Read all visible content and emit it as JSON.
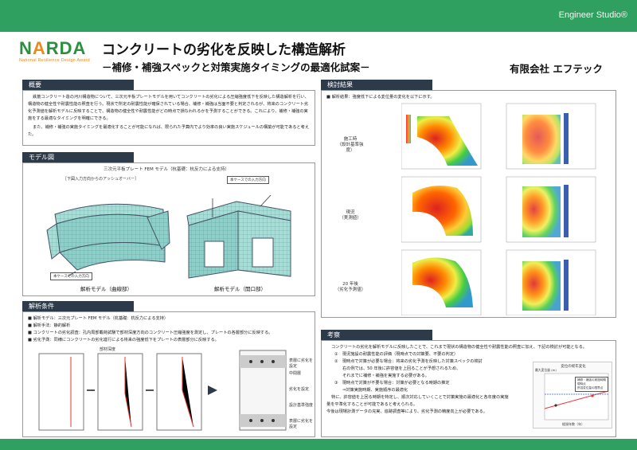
{
  "header": {
    "studio": "Engineer Studio®",
    "logo_word_a": "N",
    "logo_word_o": "A",
    "logo_word_b": "RDA",
    "logo_tagline": "National Resilience Design Award"
  },
  "title": "コンクリートの劣化を反映した構造解析",
  "subtitle": "－補修・補強スペックと対策実施タイミングの最適化試案－",
  "company": "有限会社 エフテック",
  "overview": {
    "heading": "概要",
    "p1": "鉄筋コンクリート造の河川構造物について、三次元平板プレートモデルを用いてコンクリートの劣化による圧縮強度低下を反映した構造解析を行い、構造物の健全性や耐震性能の照査を行う。現状で所定の耐震性能が確保されている場合、補修・補強は当面不要と判定されるが、将来のコンクリート劣化予測値を解析モデルに反映することで、構造物の健全性や耐震性能がどの時点で損なわれるかを予測することができる。これにより、補修・補強の実施をする最適なタイミングを明確にできる。",
    "p2": "また、補修・補強の実施タイミングを最適化することが可能になれば、限られた予算内でより効率の良い実施スケジュールの構築が可能であると考えた。"
  },
  "model": {
    "heading": "モデル図",
    "fig_title": "三次元平板プレート FEM モデル（杭基礎：杭反力による支持）",
    "fig_sub": "［下図入力方向からのアッシュオーバー］",
    "note_right": "本ケースでの入力方向",
    "note_left": "本ケースでの入力方向",
    "cap1": "解析モデル（曲線部）",
    "cap2": "解析モデル（開口部）"
  },
  "conditions": {
    "heading": "解析条件",
    "items": [
      "解析モデル：三次元プレート FEM モデル（杭基礎：杭反力による支持）",
      "解析手法：静的解析",
      "コンクリートの劣化調査：孔内局部載荷試験で部材深度方向のコンクリート圧縮強度を測定し、プレートの各層部分に反映する。",
      "劣化予測：同様にコンクリートの劣化進行による将来の強度低下をプレートの表層部分に反映する。"
    ],
    "fig_top": "部材深度",
    "fig_right_labels": [
      "表層に劣化を設定",
      "中間層",
      "劣化を設定",
      "設計基準強度",
      "表層に劣化を設定"
    ]
  },
  "results": {
    "heading": "検討結果",
    "lead": "解析結果：強度低下による変位量の変化を以下に示す。",
    "rows": [
      {
        "label": "施工時",
        "sub": "（設計基準強度）"
      },
      {
        "label": "現況",
        "sub": "（実測値）"
      },
      {
        "label": "20 年後",
        "sub": "（劣化予測値）"
      }
    ]
  },
  "discussion": {
    "heading": "考察",
    "lead": "コンクリートの劣化を解析モデルに反映したことで、これまで現状の構造物の健全性や耐震性能の照査に加え、下記の検討が可能となる。",
    "items": [
      {
        "num": "①",
        "text": "現況施設の耐震性能の評価（現時点での対策要、不要の判定）"
      },
      {
        "num": "②",
        "text": "現時点で対策が必要な場合：将来の劣化予測を反映した対策スペックの検討"
      },
      {
        "num": "",
        "text": "右の例では、50 年後に許容値を上回ることが予想されるため、"
      },
      {
        "num": "",
        "text": "それまでに補修・補強を実施する必要がある。"
      },
      {
        "num": "③",
        "text": "現時点で対策が不要な場合：対策が必要となる時期の推定"
      },
      {
        "num": "",
        "text": "⇒対策実施時期、実施順序の最適化"
      }
    ],
    "p_end1": "特に、許容値を上回る時期を特定し、順次対応していくことで対策実施の最適化と各年度の実施量を平準化することが可能であると考えられる。",
    "p_end2": "今後は現場計測データの充実、追跡調査等により、劣化予測の精度向上が必要である。",
    "chart_title": "変位の経年変化",
    "chart_ylabel": "最大変位量 (m)",
    "chart_xlabel": "経過年数（年）",
    "legend": [
      "補修・補強の実施時期",
      "現時点",
      "許容変位量の限界点"
    ]
  },
  "colors": {
    "green": "#2fa060",
    "header_dark": "#2d3a4a",
    "title_text": "#111111"
  }
}
